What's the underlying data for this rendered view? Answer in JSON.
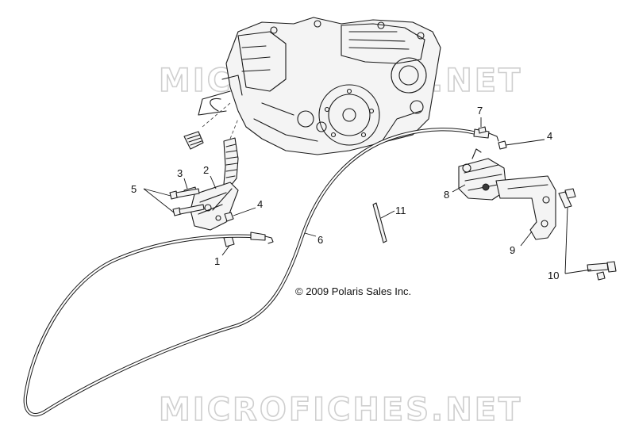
{
  "watermark": {
    "text": "MICROFICHES.NET"
  },
  "copyright": "© 2009 Polaris Sales Inc.",
  "callouts": [
    {
      "id": "1",
      "label": "1"
    },
    {
      "id": "2",
      "label": "2"
    },
    {
      "id": "3",
      "label": "3"
    },
    {
      "id": "4a",
      "label": "4"
    },
    {
      "id": "4b",
      "label": "4"
    },
    {
      "id": "5",
      "label": "5"
    },
    {
      "id": "6",
      "label": "6"
    },
    {
      "id": "7",
      "label": "7"
    },
    {
      "id": "8",
      "label": "8"
    },
    {
      "id": "9",
      "label": "9"
    },
    {
      "id": "10",
      "label": "10"
    },
    {
      "id": "11",
      "label": "11"
    }
  ]
}
